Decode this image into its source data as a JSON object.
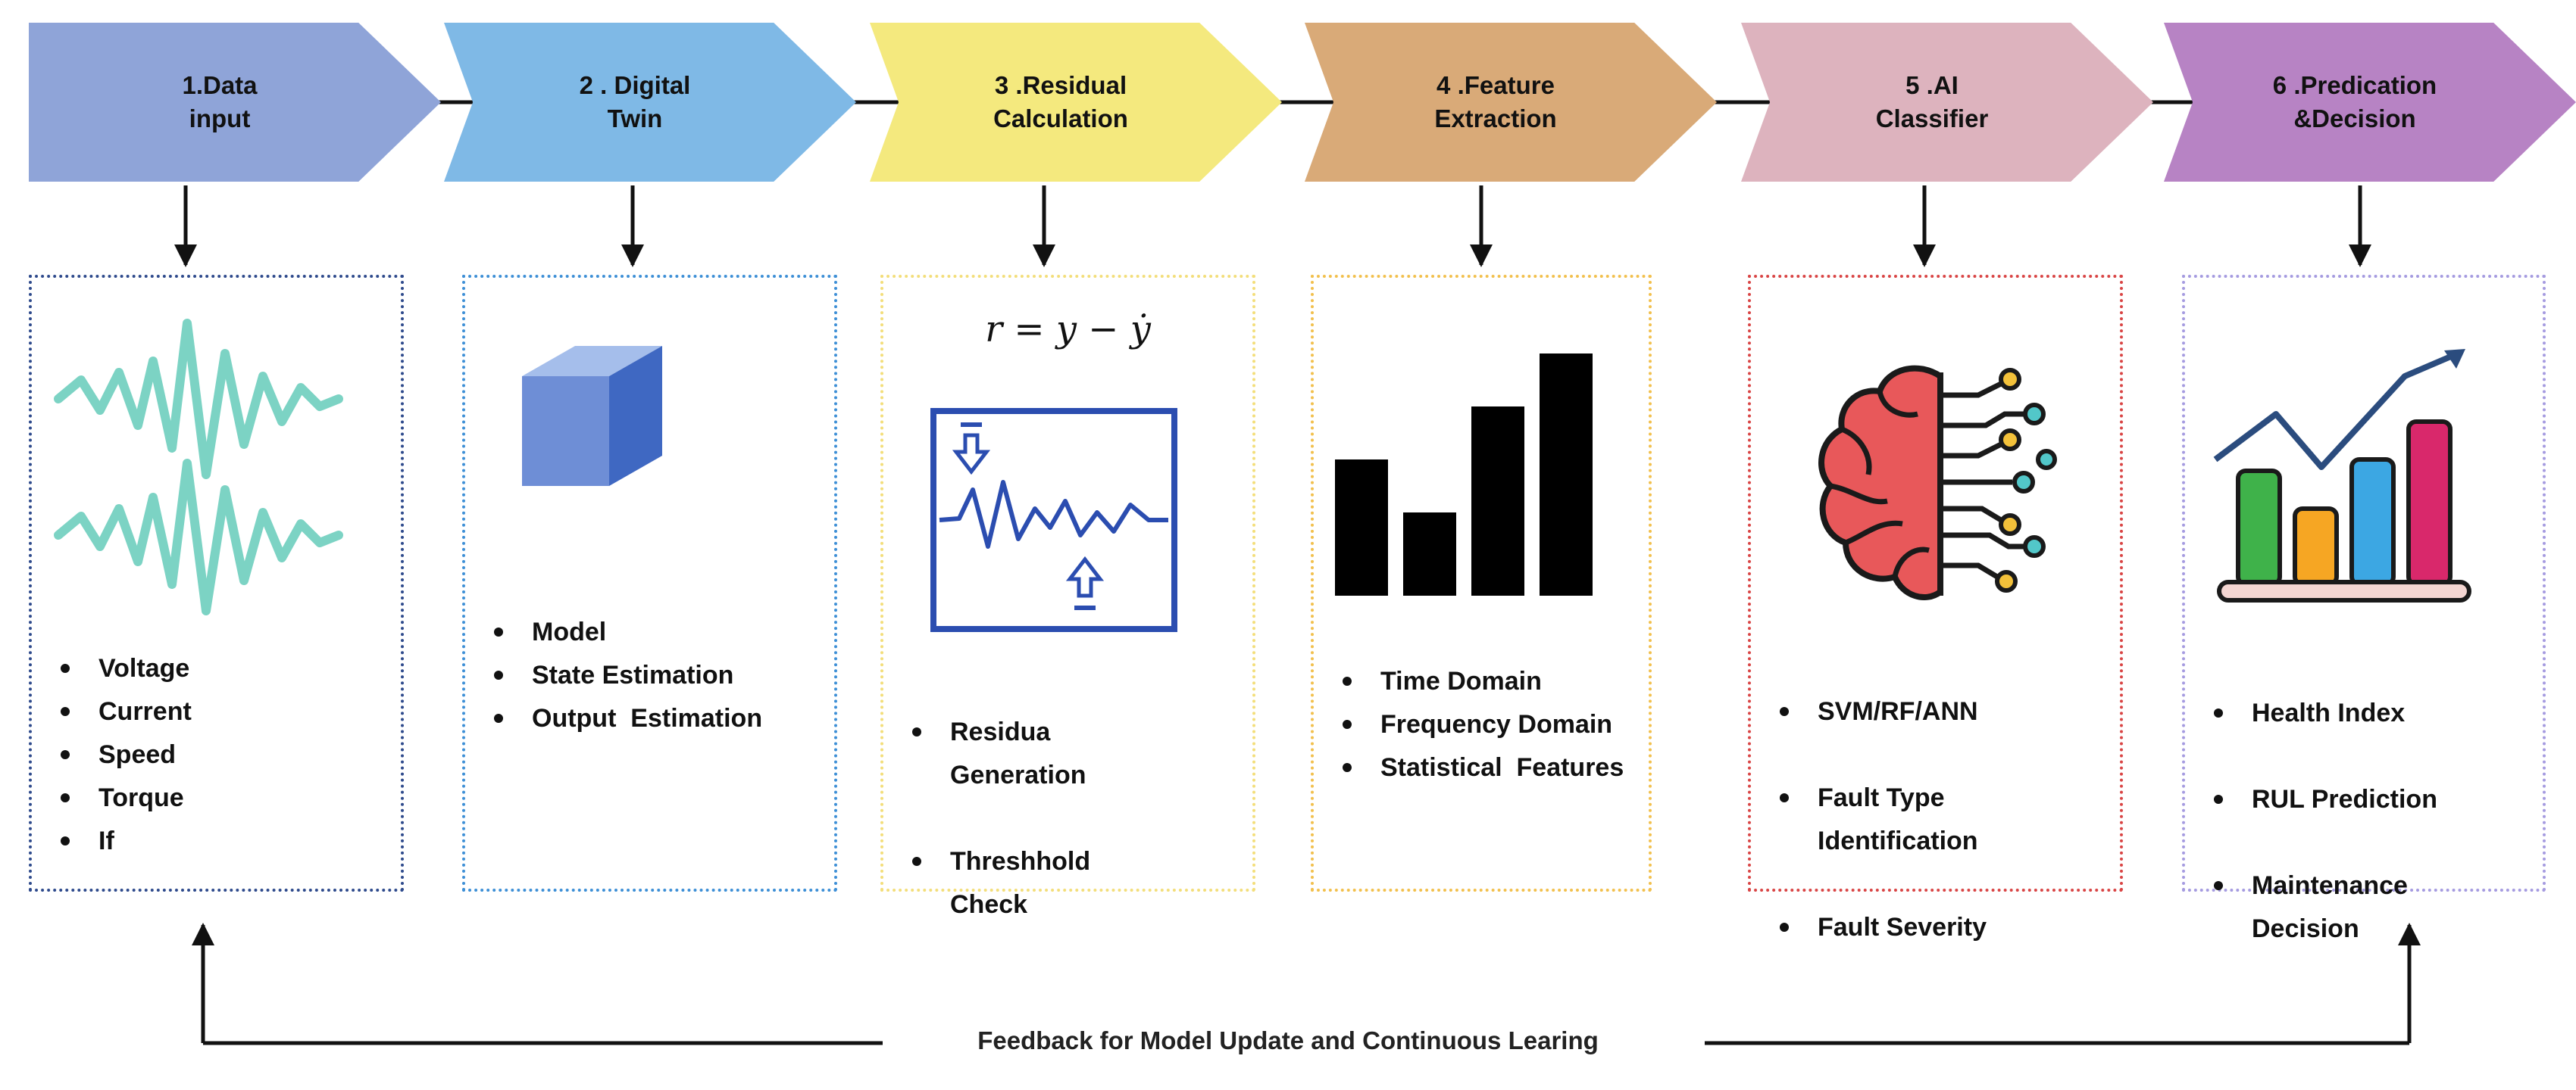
{
  "stages": [
    {
      "label": "1.Data\ninput",
      "fill": "#8FA4D8",
      "border": "#2E4A8C",
      "bullets": [
        "Voltage",
        "Current",
        "Speed",
        "Torque",
        "If"
      ]
    },
    {
      "label": "2 . Digital\nTwin",
      "fill": "#7FB9E6",
      "border": "#3D8FD6",
      "bullets": [
        "Model",
        "State Estimation",
        "Output  Estimation"
      ]
    },
    {
      "label": "3 .Residual\nCalculation",
      "fill": "#F4E97E",
      "border": "#F3DE7A",
      "bullets": [
        "Residua\nGeneration",
        "Threshhold\nCheck"
      ]
    },
    {
      "label": "4 .Feature\nExtraction",
      "fill": "#D9AA78",
      "border": "#F2C04D",
      "bullets": [
        "Time Domain",
        "Frequency Domain",
        "Statistical  Features"
      ]
    },
    {
      "label": "5 .AI\nClassifier",
      "fill": "#DDB3BE",
      "border": "#D94545",
      "bullets": [
        "SVM/RF/ANN",
        "Fault Type\nIdentification",
        "Fault Severity"
      ]
    },
    {
      "label": "6 .Predication\n&Decision",
      "fill": "#B783C4",
      "border": "#A59BE0",
      "bullets": [
        "Health Index",
        "RUL Prediction",
        "Maintenance\nDecision"
      ]
    }
  ],
  "residual_formula": "r = y − ẏ",
  "feedback_label": "Feedback for Model Update and Continuous Learing",
  "icons": [
    "waveform-icon",
    "cube-icon",
    "residual-threshold-icon",
    "bar-chart-icon",
    "ai-brain-icon",
    "growth-chart-icon"
  ],
  "colors": {
    "wave": "#7CD3C4",
    "cube_top": "#A5BEEB",
    "cube_front": "#6E8ED6",
    "cube_side": "#3F68C2",
    "residual_blue": "#2B4DB0",
    "brain": "#E8585A",
    "node_yellow": "#F3C13A",
    "node_teal": "#52C7C9"
  }
}
